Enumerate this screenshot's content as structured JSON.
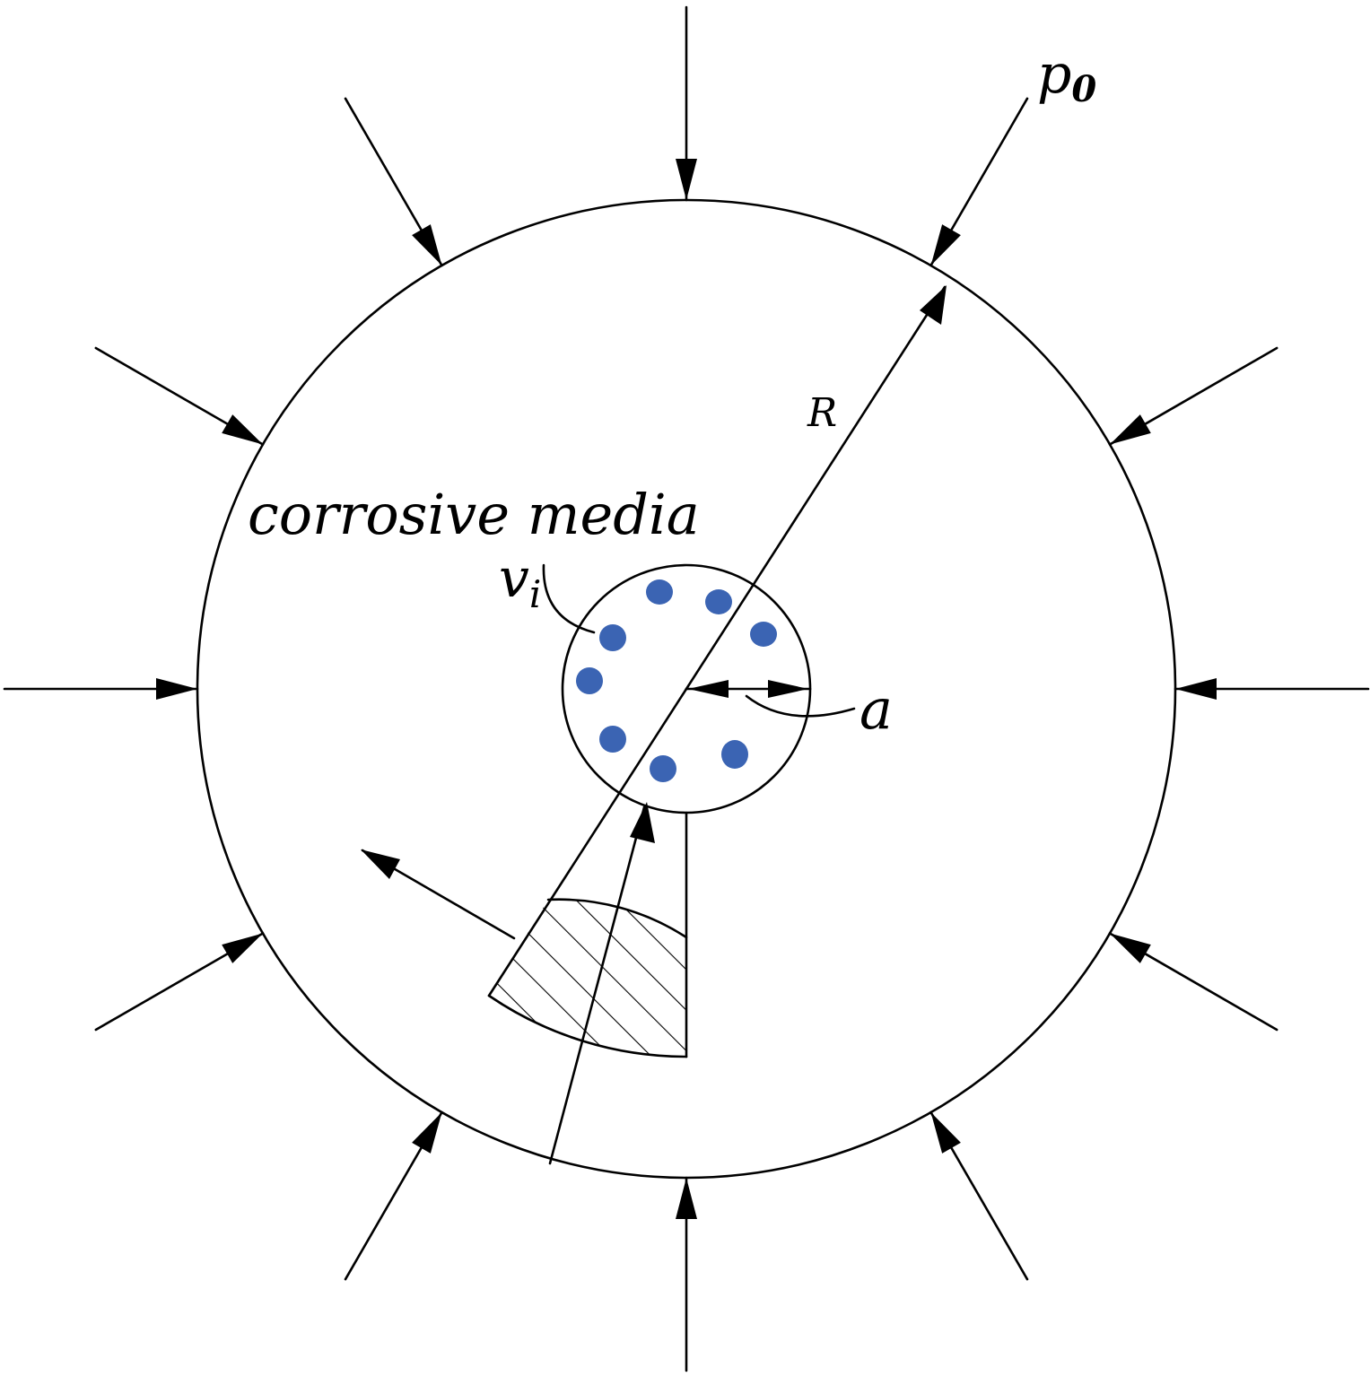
{
  "labels": {
    "pressure": "p",
    "pressure_subscript": "0",
    "outer_radius": "R",
    "medium": "corrosive media",
    "ion_symbol": "v",
    "ion_subscript": "i",
    "inner_radius": "a"
  },
  "colors": {
    "ion_dots": "#3b64b3",
    "lines": "#000000"
  }
}
